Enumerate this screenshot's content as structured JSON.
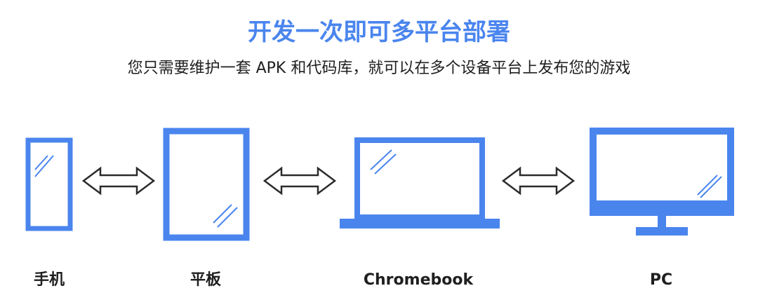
{
  "title": "开发一次即可多平台部署",
  "subtitle": "您只需要维护一套 APK 和代码库，就可以在多个设备平台上发布您的游戏",
  "devices": [
    {
      "label": "手机",
      "icon": "phone-icon"
    },
    {
      "label": "平板",
      "icon": "tablet-icon"
    },
    {
      "label": "Chromebook",
      "icon": "laptop-icon"
    },
    {
      "label": "PC",
      "icon": "monitor-icon"
    }
  ],
  "connectors": [
    "double-arrow-icon",
    "double-arrow-icon",
    "double-arrow-icon"
  ],
  "colors": {
    "accent": "#4A85EE",
    "text": "#1f1f1f",
    "arrow_stroke": "#2b2b2b"
  }
}
